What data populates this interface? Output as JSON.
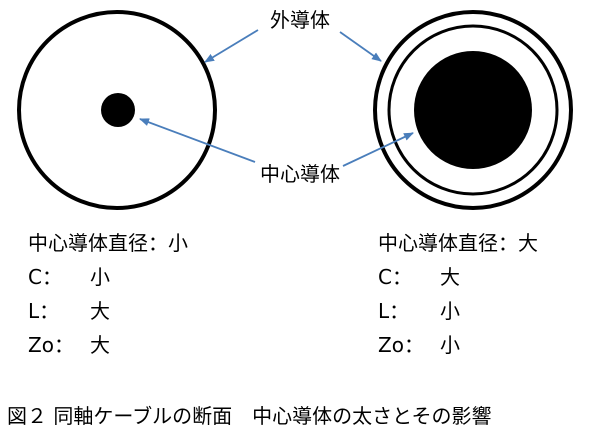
{
  "labels": {
    "outer_conductor": "外導体",
    "center_conductor": "中心導体"
  },
  "left_cable": {
    "heading": "中心導体直径：小",
    "rows": [
      {
        "key": "C：",
        "value": "小"
      },
      {
        "key": "L：",
        "value": "大"
      },
      {
        "key": "Zo：",
        "value": "大"
      }
    ]
  },
  "right_cable": {
    "heading": "中心導体直径：大",
    "rows": [
      {
        "key": "C：",
        "value": "大"
      },
      {
        "key": "L：",
        "value": "小"
      },
      {
        "key": "Zo：",
        "value": "小"
      }
    ]
  },
  "caption": "図２ 同軸ケーブルの断面　中心導体の太さとその影響",
  "colors": {
    "arrow": "#4a7ebb",
    "conductor": "#000000"
  }
}
